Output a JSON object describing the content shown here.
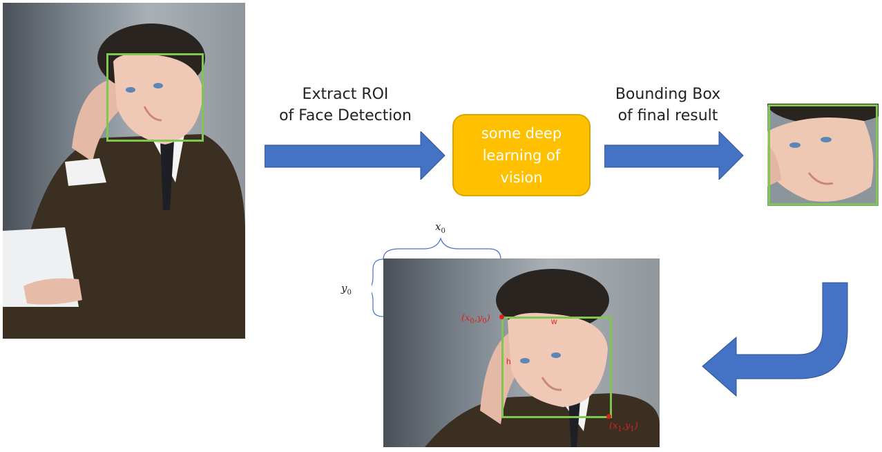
{
  "labels": {
    "extract_line1": "Extract ROI",
    "extract_line2": "of Face Detection",
    "deep_line1": "some deep",
    "deep_line2": "learning of",
    "deep_line3": "vision",
    "bbox_line1": "Bounding Box",
    "bbox_line2": "of final result",
    "x0_var": "x",
    "y0_var": "y",
    "sub0": "0",
    "sub1": "1",
    "coord_x0y0_open": "(",
    "coord_x0y0_x": "x",
    "coord_x0y0_comma": ",",
    "coord_x0y0_y": "y",
    "coord_x0y0_close": ")",
    "coord_x1y1_open": "(",
    "coord_x1y1_x": "x",
    "coord_x1y1_comma": ",",
    "coord_x1y1_y": "y",
    "coord_x1y1_close": ")",
    "width_label": "w",
    "height_label": "h"
  },
  "colors": {
    "arrow": "#4472c4",
    "deep_box": "#ffc000",
    "bbox": "#7ec850",
    "coord_marker": "#e02020"
  },
  "icons": {
    "arrow_1": "right-arrow-icon",
    "arrow_2": "right-arrow-icon",
    "arrow_3": "curved-return-arrow-icon"
  }
}
